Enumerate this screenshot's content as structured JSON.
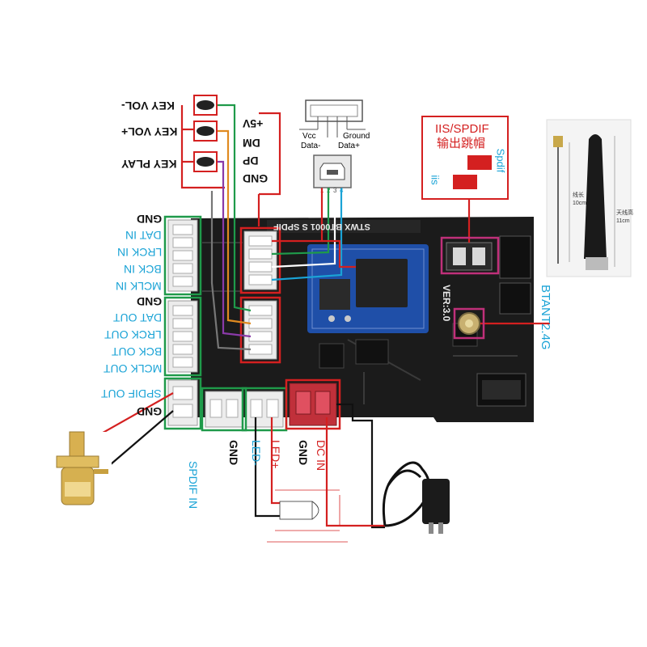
{
  "labels": {
    "key_vol_minus": "KEY VOL-",
    "key_vol_plus": "KEY VOL+",
    "key_play": "KEY PLAY",
    "usb_plus5v": "+5V",
    "usb_dm": "DM",
    "usb_dp": "DP",
    "usb_gnd": "GND",
    "usb_vcc": "Vcc",
    "usb_ground": "Ground",
    "usb_data_minus": "Data-",
    "usb_data_plus": "Data+",
    "pin1": "1",
    "pin2": "2",
    "pin3": "3",
    "pin4": "4",
    "iis_spdif": "IIS/SPDIF",
    "jumper_cn": "输出跳帽",
    "spdif_small": "Spdif",
    "iis_small": "iis",
    "in_group": [
      "GND",
      "DAT IN",
      "LRCK IN",
      "BCK IN",
      "MCLK IN"
    ],
    "out_group": [
      "GND",
      "DAT OUT",
      "LRCK OUT",
      "BCK OUT",
      "MCLK OUT"
    ],
    "spdif_out_group": [
      "SPDIF OUT",
      "GND"
    ],
    "spdif_in": "SPDIF IN",
    "spdif_in_gnd": "GND",
    "led_minus": "LED-",
    "led_plus": "LED+",
    "dc_in": "DC IN",
    "dc_gnd": "GND",
    "bt_ant": "BTANT2.4G",
    "board_title": "STWX  BT0001   S  SPDIF",
    "board_ver": "VER:3.0",
    "antenna_len1": "线长",
    "antenna_len1b": "10cm",
    "antenna_len2": "天线高",
    "antenna_len2b": "11cm"
  },
  "colors": {
    "red_wire": "#d42020",
    "green_box": "#1f9a4a",
    "cyan_text": "#1aa3d6",
    "board": "#1b1b1b",
    "bt_module": "#1f4fa8",
    "magenta_box": "#c0307a"
  }
}
